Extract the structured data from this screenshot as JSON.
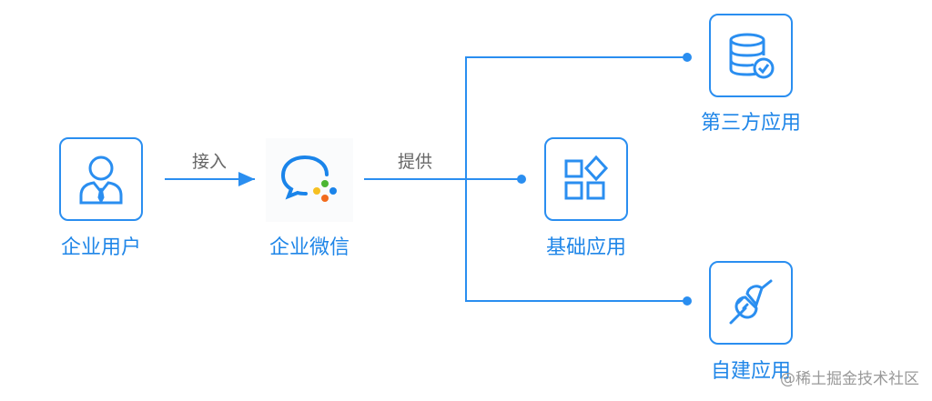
{
  "nodes": {
    "user": "企业用户",
    "wechat": "企业微信",
    "third_party": "第三方应用",
    "basic": "基础应用",
    "self_built": "自建应用"
  },
  "edges": {
    "access": "接入",
    "provide": "提供"
  },
  "watermark": "@稀土掘金技术社区",
  "colors": {
    "accent": "#2a8ef0",
    "label": "#1f86e8"
  }
}
